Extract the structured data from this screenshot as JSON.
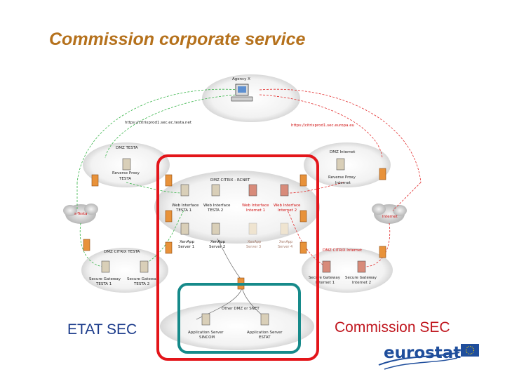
{
  "slide": {
    "title": "Commission corporate service",
    "left_label": "ETAT SEC",
    "right_label": "Commission  SEC",
    "logo_text": "eurostat"
  },
  "diagram": {
    "agency": "Agency X",
    "url_testa": "https://citrixprod1.sec.ec.testa.net",
    "url_internet": "https://citrixprod1.sec.europa.eu",
    "dmz_testa": "DMZ TESTA",
    "reverse_proxy_testa": [
      "Reverse Proxy",
      "TESTA"
    ],
    "dmz_internet": "DMZ Internet",
    "reverse_proxy_internet": [
      "Reverse Proxy",
      "Internet"
    ],
    "dmz_citrix_rcnet": "DMZ CITRIX - RCNET",
    "web_interfaces": [
      {
        "name": [
          "Web Interface",
          "TESTA 1"
        ],
        "active": true
      },
      {
        "name": [
          "Web Interface",
          "TESTA 2"
        ],
        "active": true
      },
      {
        "name": [
          "Web Interface",
          "Internet 1"
        ],
        "active": true,
        "red": true
      },
      {
        "name": [
          "Web Interface",
          "Internet 2"
        ],
        "active": true,
        "red": true
      }
    ],
    "xenapp_servers": [
      {
        "name": [
          "XenApp",
          "Server 1"
        ],
        "active": true
      },
      {
        "name": [
          "XenApp",
          "Server 2"
        ],
        "active": true
      },
      {
        "name": [
          "XenApp",
          "Server 3"
        ],
        "active": false
      },
      {
        "name": [
          "XenApp",
          "Server 4"
        ],
        "active": false
      }
    ],
    "cloud_testa": "s-Testa",
    "cloud_internet": "Internet",
    "dmz_citrix_testa": "DMZ CITRIX TESTA",
    "dmz_citrix_internet": "DMZ CITRIX Internet",
    "gateways_testa": [
      [
        "Secure Gateway",
        "TESTA 1"
      ],
      [
        "Secure Gateway",
        "TESTA 2"
      ]
    ],
    "gateways_internet": [
      [
        "Secure Gateway",
        "Internet 1"
      ],
      [
        "Secure Gateway",
        "Internet 2"
      ]
    ],
    "other_dmz": "Other DMZ or SNET",
    "app_servers": [
      [
        "Application Server",
        "SINCOM"
      ],
      [
        "Application Server",
        "ESTAT"
      ]
    ]
  },
  "colors": {
    "title": "#b5711c",
    "left_label": "#1a3a8a",
    "right_label": "#c0171f",
    "red_box": "#e3151a",
    "teal_box": "#168a8a",
    "green_link": "#39b54a",
    "red_link": "#e22b2b"
  }
}
